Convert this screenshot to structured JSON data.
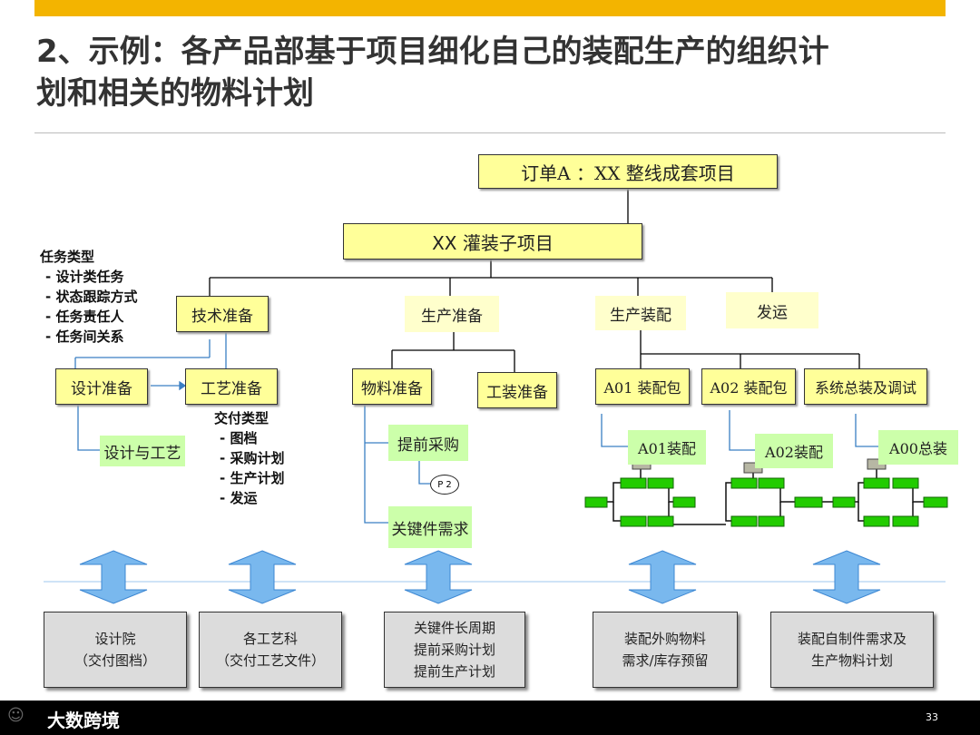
{
  "title": {
    "line1": "2、示例：各产品部基于项目细化自己的装配生产的组织计",
    "line2": "划和相关的物料计划"
  },
  "diagram": {
    "order": "订单A ：XX 整线成套项目",
    "project": "XX 灌装子项目",
    "level2": {
      "tech": "技术准备",
      "prod_prep": "生产准备",
      "prod_assembly": "生产装配",
      "ship": "发运"
    },
    "level3": {
      "design_prep": "设计准备",
      "process_prep": "工艺准备",
      "material_prep": "物料准备",
      "tooling_prep": "工装准备",
      "a01_pkg": "A01 装配包",
      "a02_pkg": "A02 装配包",
      "sys_assembly": "系统总装及调试"
    },
    "level4": {
      "design_process": "设计与工艺",
      "early_purchase": "提前采购",
      "p2": "P 2",
      "key_parts": "关键件需求",
      "a01_assembly": "A01装配",
      "a02_assembly": "A02装配",
      "a00_total": "A00总装"
    },
    "task_types": {
      "head": "任务类型",
      "items": [
        "- 设计类任务",
        "- 状态跟踪方式",
        "- 任务责任人",
        "- 任务间关系"
      ]
    },
    "deliver_types": {
      "head": "交付类型",
      "items": [
        "- 图档",
        "- 采购计划",
        "- 生产计划",
        "- 发运"
      ]
    },
    "bottom_boxes": [
      {
        "line1": "设计院",
        "line2": "（交付图档）"
      },
      {
        "line1": "各工艺科",
        "line2": "（交付工艺文件）"
      },
      {
        "line1": "关键件长周期",
        "line2": "提前采购计划",
        "line3": "提前生产计划"
      },
      {
        "line1": "装配外购物料",
        "line2": "需求/库存预留"
      },
      {
        "line1": "装配自制件需求及",
        "line2": "生产物料计划"
      }
    ]
  },
  "colors": {
    "accent_bar": "#f3b400",
    "yellow_box": "#ffff99",
    "green_box": "#ccffaa",
    "arrow": "#79b8ee",
    "node_green": "#22cc00"
  },
  "footer": {
    "brand": "大数跨境",
    "page": "33"
  }
}
